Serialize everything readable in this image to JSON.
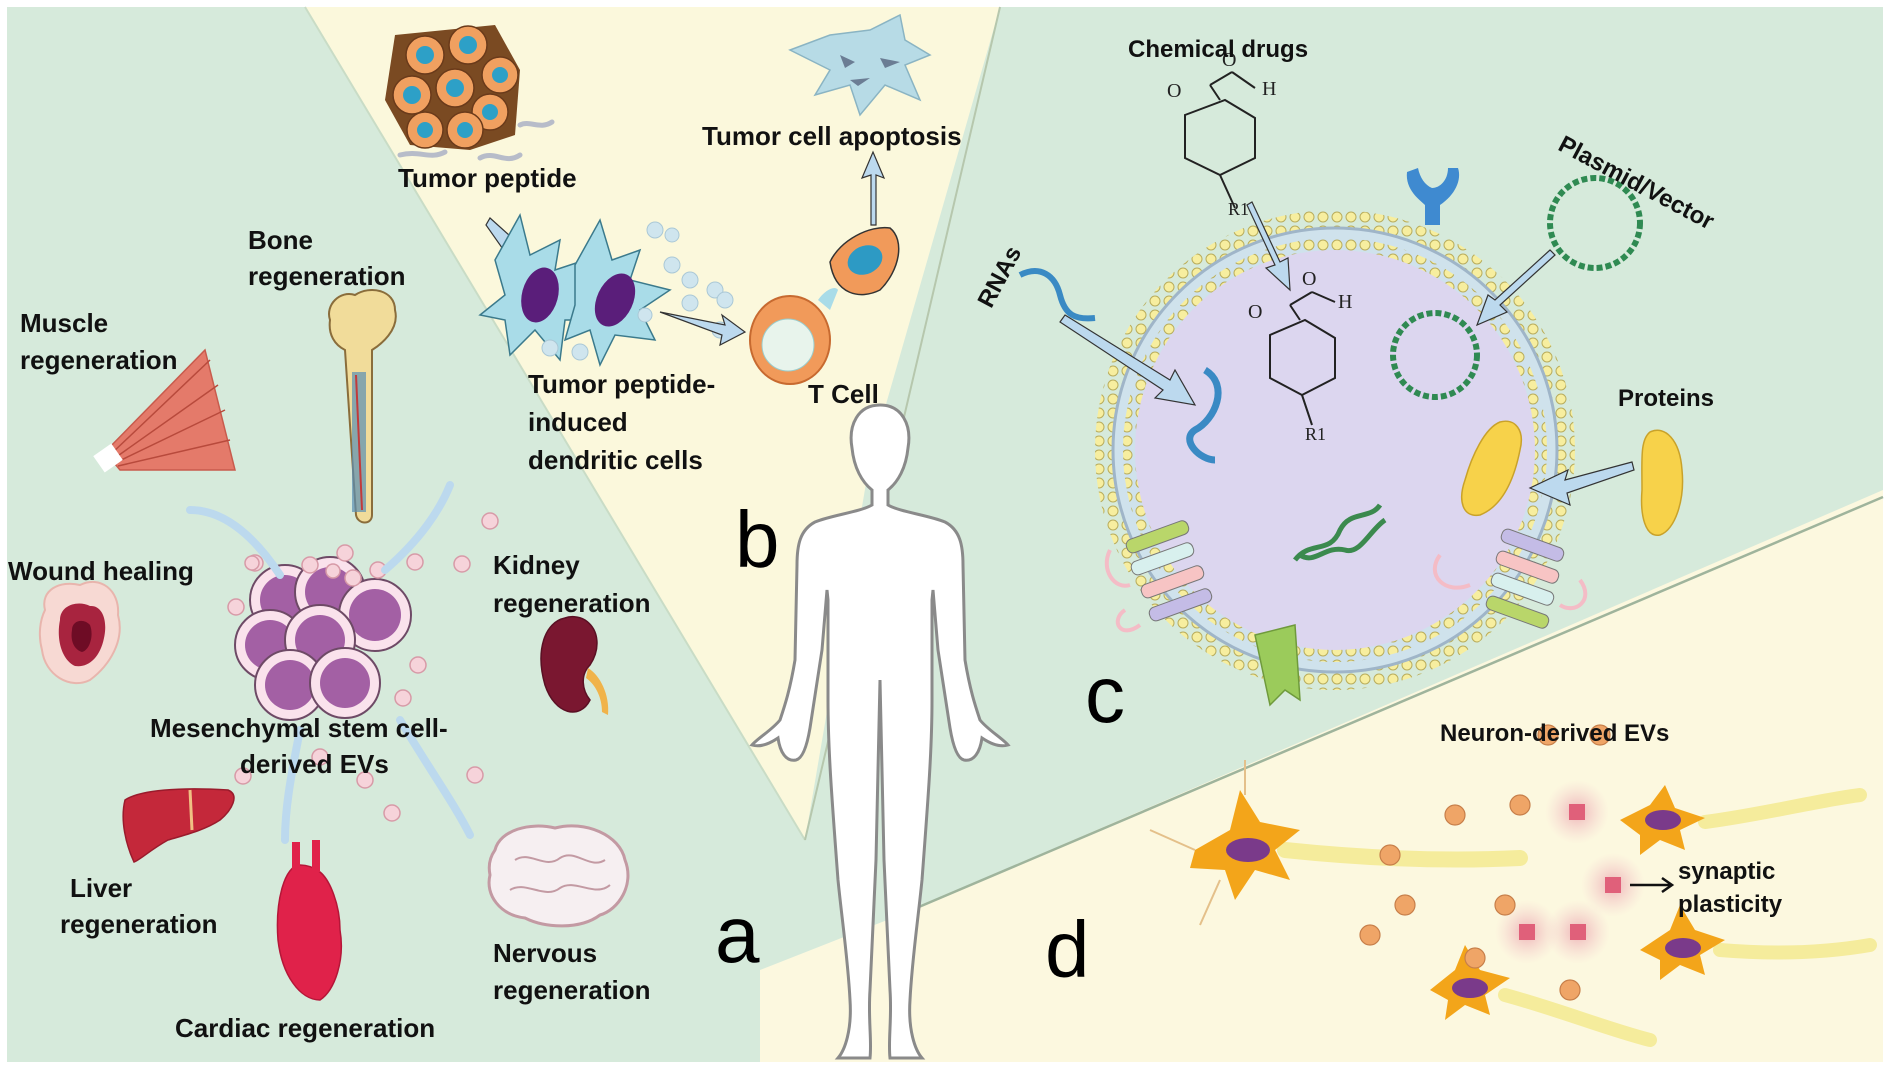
{
  "figure": {
    "description": "Schematic of extracellular vesicle (EV) applications around a human silhouette",
    "colors": {
      "green_region": "#d6eadb",
      "yellow_region": "#fbf8dc",
      "arrow_blue": "#bcd9ee",
      "ev_pink": "#f6d3da",
      "neuron_orange": "#f3a51a",
      "ev_orange": "#efa567",
      "label_text": "#111111"
    }
  },
  "panels": {
    "a": {
      "letter": "a",
      "center_label_line1": "Mesenchymal stem cell-",
      "center_label_line2": "derived EVs",
      "targets": [
        {
          "icon": "bone-icon",
          "line1": "Bone",
          "line2": "regeneration"
        },
        {
          "icon": "muscle-icon",
          "line1": "Muscle",
          "line2": "regeneration"
        },
        {
          "icon": "wound-icon",
          "line1": "Wound healing",
          "line2": ""
        },
        {
          "icon": "kidney-icon",
          "line1": "Kidney",
          "line2": "regeneration"
        },
        {
          "icon": "liver-icon",
          "line1": "Liver",
          "line2": "regeneration"
        },
        {
          "icon": "heart-icon",
          "line1": "Cardiac regeneration",
          "line2": ""
        },
        {
          "icon": "brain-icon",
          "line1": "Nervous",
          "line2": "regeneration"
        }
      ]
    },
    "b": {
      "letter": "b",
      "tumor_peptide": "Tumor peptide",
      "dendritic_line1": "Tumor peptide-",
      "dendritic_line2": "induced",
      "dendritic_line3": "dendritic cells",
      "t_cell": "T Cell",
      "apoptosis": "Tumor cell apoptosis"
    },
    "c": {
      "letter": "c",
      "chemical_drugs": "Chemical drugs",
      "rnas": "RNAs",
      "plasmid": "Plasmid/Vector",
      "proteins": "Proteins",
      "chem_O": "O",
      "chem_H": "H",
      "chem_R": "R1"
    },
    "d": {
      "letter": "d",
      "neuron_evs": "Neuron-derived EVs",
      "synaptic_line1": "synaptic",
      "synaptic_line2": "plasticity"
    }
  }
}
